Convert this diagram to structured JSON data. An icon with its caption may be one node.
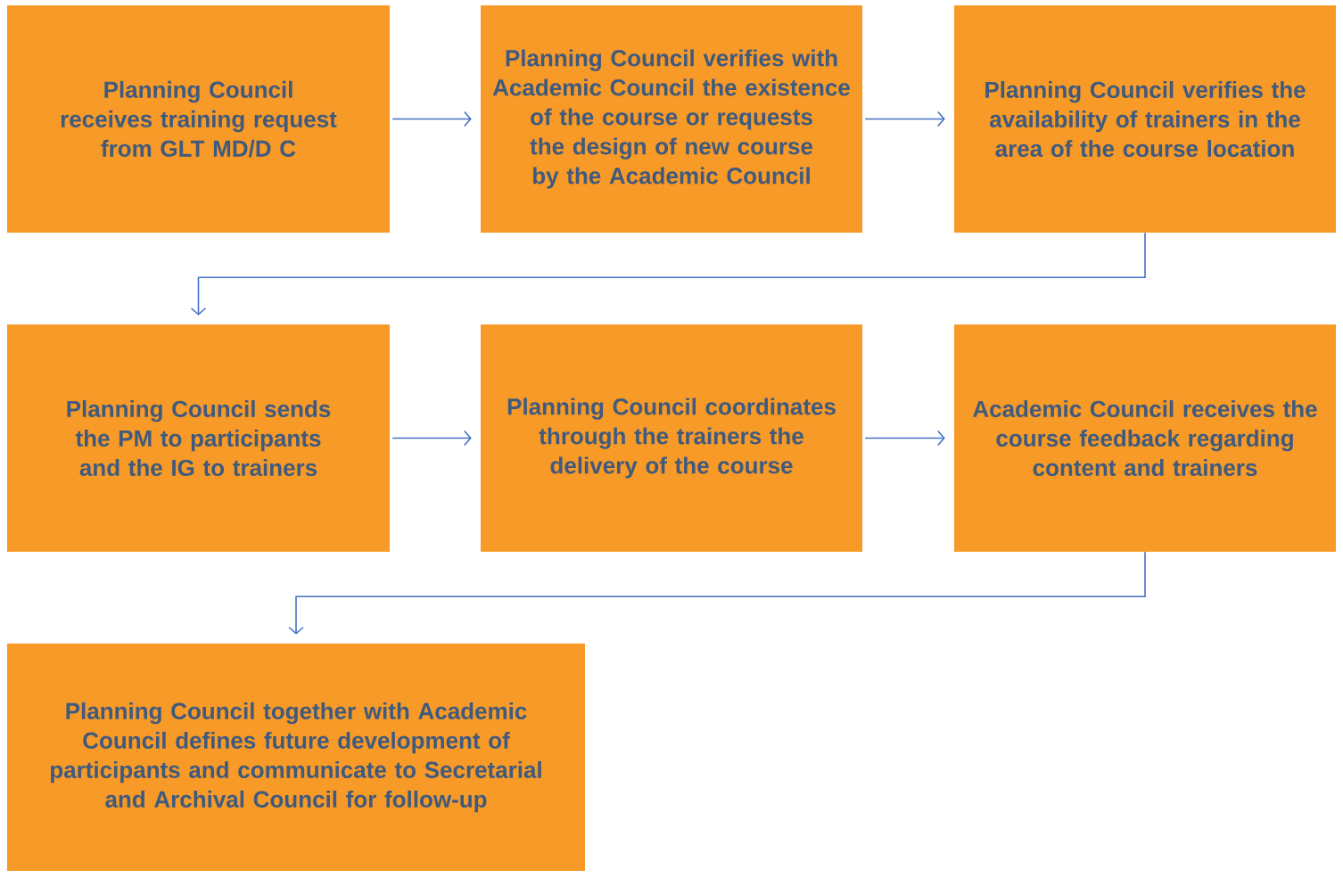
{
  "diagram": {
    "nodes": [
      {
        "text": [
          "Planning Council receives training request from GLT MD/D C"
        ]
      },
      {
        "text": [
          "Planning Council verifies with Academic Council the existence of the course or requests the design of new course by the Academic Council"
        ]
      },
      {
        "text": [
          "Planning Council verifies the availability of trainers in the area of the course location"
        ]
      },
      {
        "text": [
          "Planning Council sends the PM to participants and the IG to trainers"
        ]
      },
      {
        "text": [
          "Planning Council coordinates through the trainers the delivery of the course"
        ]
      },
      {
        "text": [
          "Academic Council receives the course feedback regarding content and trainers"
        ]
      },
      {
        "text": [
          "Planning Council together with Academic Council defines future development of participants and communicate to Secretarial and Archival Council for follow-up"
        ]
      }
    ],
    "edges": [
      {
        "from": 0,
        "to": 1,
        "arrow": "to"
      },
      {
        "from": 1,
        "to": 2,
        "arrow": "to"
      },
      {
        "from": 2,
        "to": 3,
        "arrow": "to"
      },
      {
        "from": 3,
        "to": 4,
        "arrow": "to"
      },
      {
        "from": 4,
        "to": 5,
        "arrow": "to"
      },
      {
        "from": 5,
        "to": 6,
        "arrow": "to"
      }
    ]
  }
}
